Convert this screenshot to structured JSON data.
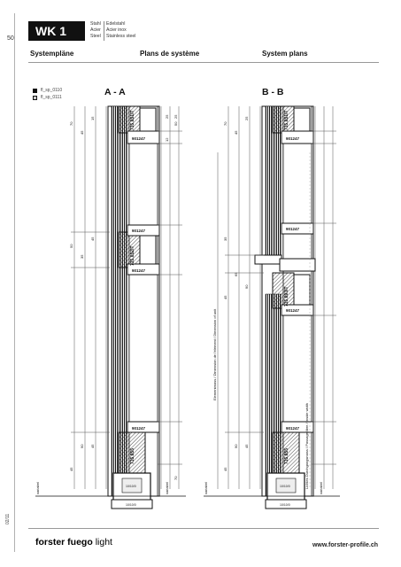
{
  "page": {
    "number": "50",
    "code": "WK 1",
    "materials_left": [
      "Stahl",
      "Acier",
      "Steel"
    ],
    "materials_right": [
      "Edelstahl",
      "Acier inox",
      "Stainless steel"
    ],
    "date": "02/11"
  },
  "headings": {
    "de": "Systempläne",
    "fr": "Plans de système",
    "en": "System plans"
  },
  "legend": [
    "fl_sp_0110",
    "fl_sp_0111"
  ],
  "sections": {
    "a": "A - A",
    "b": "B - B"
  },
  "drawing": {
    "profile_labels_a": [
      "735.851IT",
      "735.852IT",
      "735.855"
    ],
    "profile_labels_b": [
      "735.851IT",
      "735.893IT",
      "735.855"
    ],
    "part_label": "901247",
    "base_label_a": "10/10/0",
    "base_label_b": "10/10/0",
    "bottom_label": "variabel",
    "dim_a_left": [
      "70",
      "45",
      "15"
    ],
    "dim_a_mid": [
      "50",
      "35",
      "45"
    ],
    "dim_a_low": [
      "45",
      "90",
      "45"
    ],
    "dim_b_left": [
      "70",
      "45",
      "25"
    ],
    "dim_b_mid": [
      "35",
      "65",
      "45",
      "90"
    ],
    "dim_b_low": [
      "45",
      "90",
      "45"
    ],
    "dim_right": [
      "25",
      "12",
      "25",
      "50",
      "70"
    ],
    "rot_text_a": "Elementmass / Dimension de l'élément / Dimension of unit",
    "rot_text_b": "Lichtes Durchgangsmass / Passage libre / Inside width"
  },
  "footer": {
    "logo_main": "forster fuego",
    "logo_light": "light",
    "url": "www.forster-profile.ch"
  }
}
